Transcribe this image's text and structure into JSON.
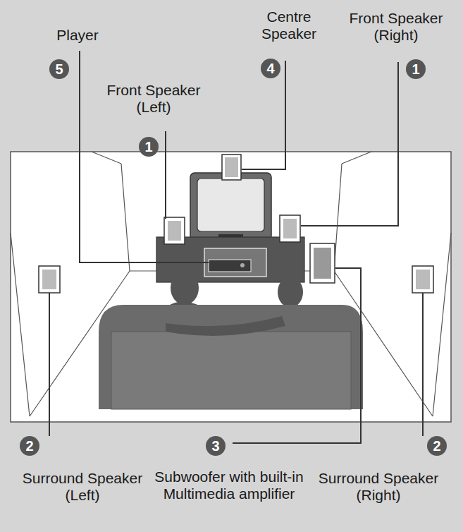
{
  "diagram": {
    "labels": [
      "Player",
      "Centre Speaker",
      "Front Speaker (Right)",
      "5",
      "4",
      "1",
      "Front Speaker (Left)",
      "1",
      "2",
      "3",
      "2",
      "Surround Speaker (Left)",
      "Subwoofer with built-in Multimedia amplifier",
      "Surround Speaker (Right)"
    ]
  }
}
